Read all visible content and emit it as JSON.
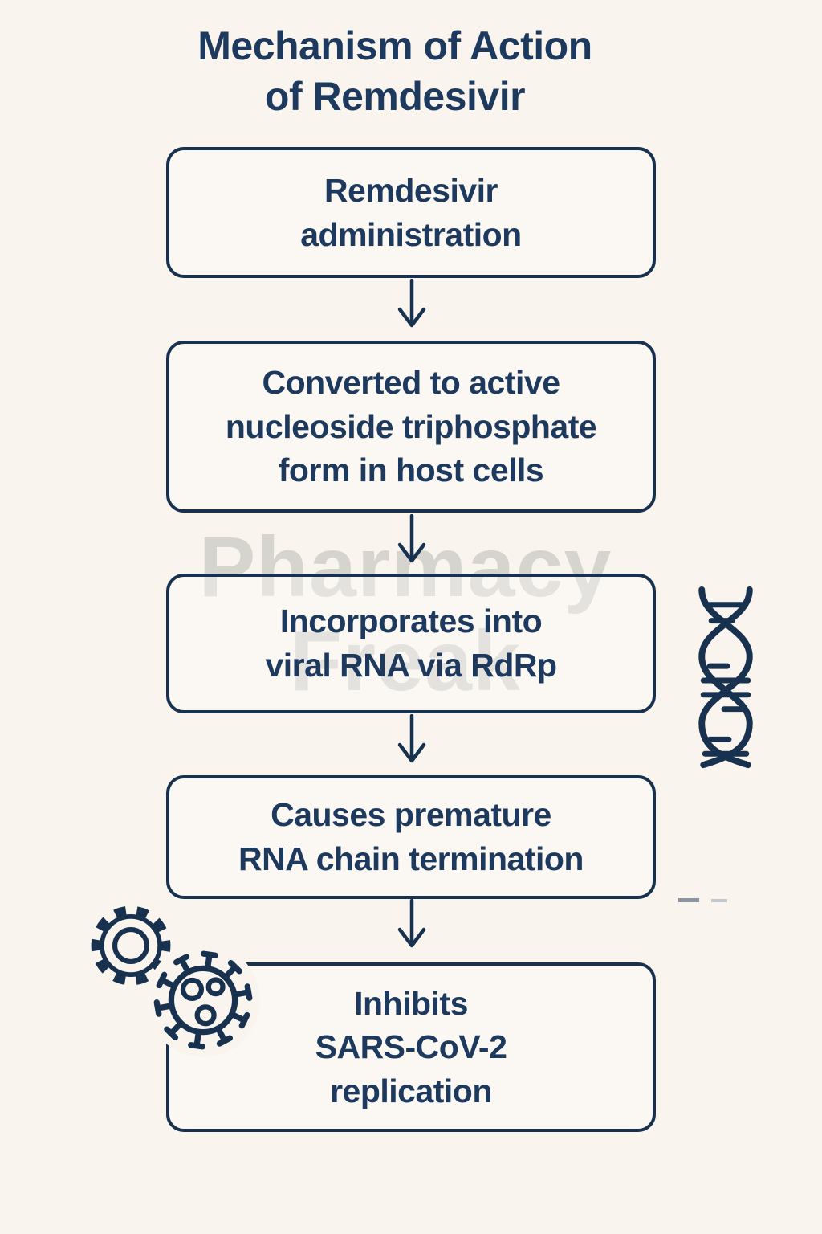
{
  "theme": {
    "background": "#f9f5ee",
    "ink": "#1d3a5e",
    "border": "#17314f",
    "watermark_color": "#d4d2cd"
  },
  "title": {
    "text": "Mechanism of Action\nof Remdesivir"
  },
  "watermark": {
    "text": "Pharmacy\nFreak"
  },
  "steps": [
    {
      "label": "Remdesivir\nadministration"
    },
    {
      "label": "Converted to active\nnucleoside triphosphate\nform in host cells"
    },
    {
      "label": "Incorporates into\nviral RNA via RdRp"
    },
    {
      "label": "Causes premature\nRNA chain termination"
    },
    {
      "label": "Inhibits\nSARS-CoV-2\nreplication"
    }
  ],
  "icons": {
    "dna": "dna-helix-icon",
    "gear": "gear-icon",
    "virus": "virus-icon",
    "arrows": "arrow-down-icon"
  }
}
